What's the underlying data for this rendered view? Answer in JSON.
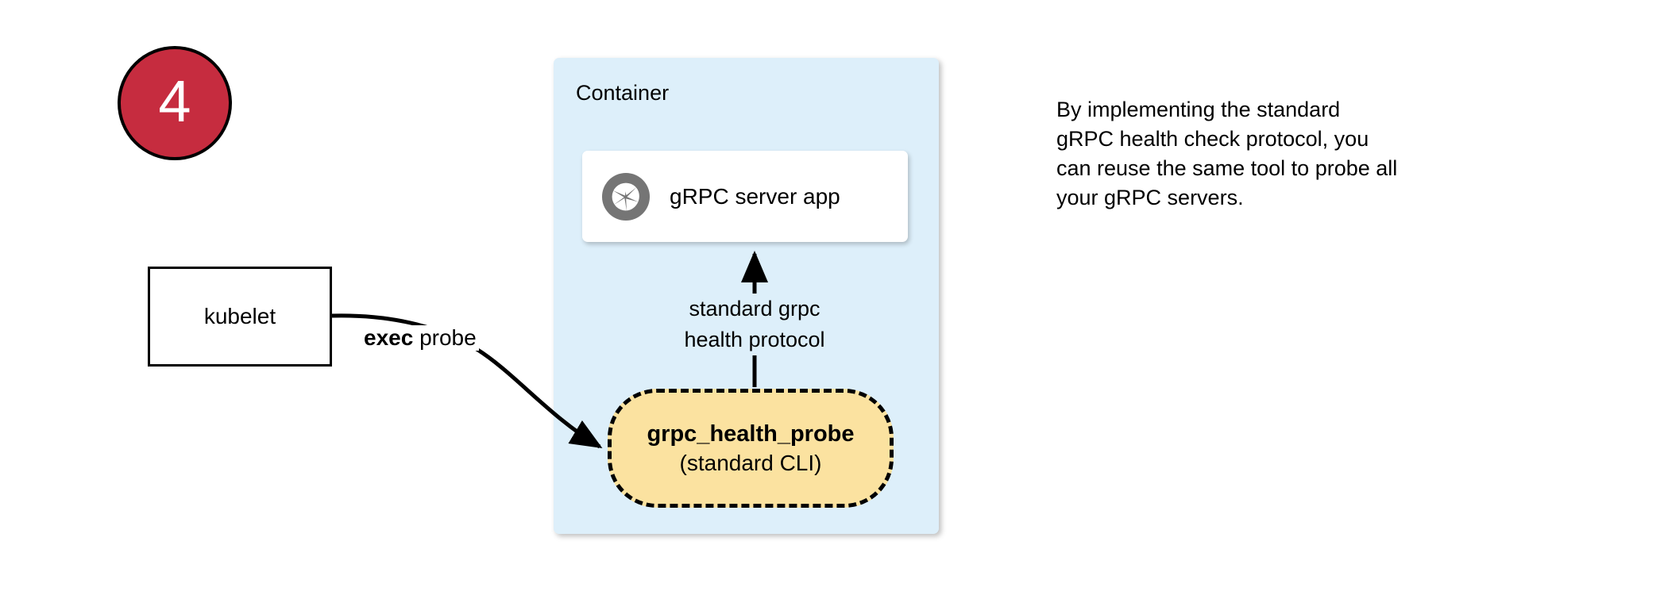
{
  "step": {
    "number": "4"
  },
  "container": {
    "label": "Container"
  },
  "server_card": {
    "icon": "grpc-aperture-icon",
    "label": "gRPC server app"
  },
  "kubelet": {
    "label": "kubelet"
  },
  "edges": {
    "exec_probe": {
      "bold_text": "exec",
      "rest_text": " probe"
    },
    "protocol": {
      "line1": "standard grpc",
      "line2": "health protocol"
    }
  },
  "probe_pill": {
    "title": "grpc_health_probe",
    "subtitle": "(standard CLI)"
  },
  "caption": {
    "line1": "By implementing the standard",
    "line2": "gRPC health check protocol, you",
    "line3": "can reuse the same tool to probe all",
    "line4": "your gRPC servers."
  },
  "colors": {
    "badge_fill": "#C62C3F",
    "badge_text": "#FFFFFF",
    "container_fill": "#DDEFFA",
    "card_fill": "#FFFFFF",
    "pill_fill": "#FBE2A0",
    "stroke": "#000000",
    "icon_gray": "#757575"
  }
}
